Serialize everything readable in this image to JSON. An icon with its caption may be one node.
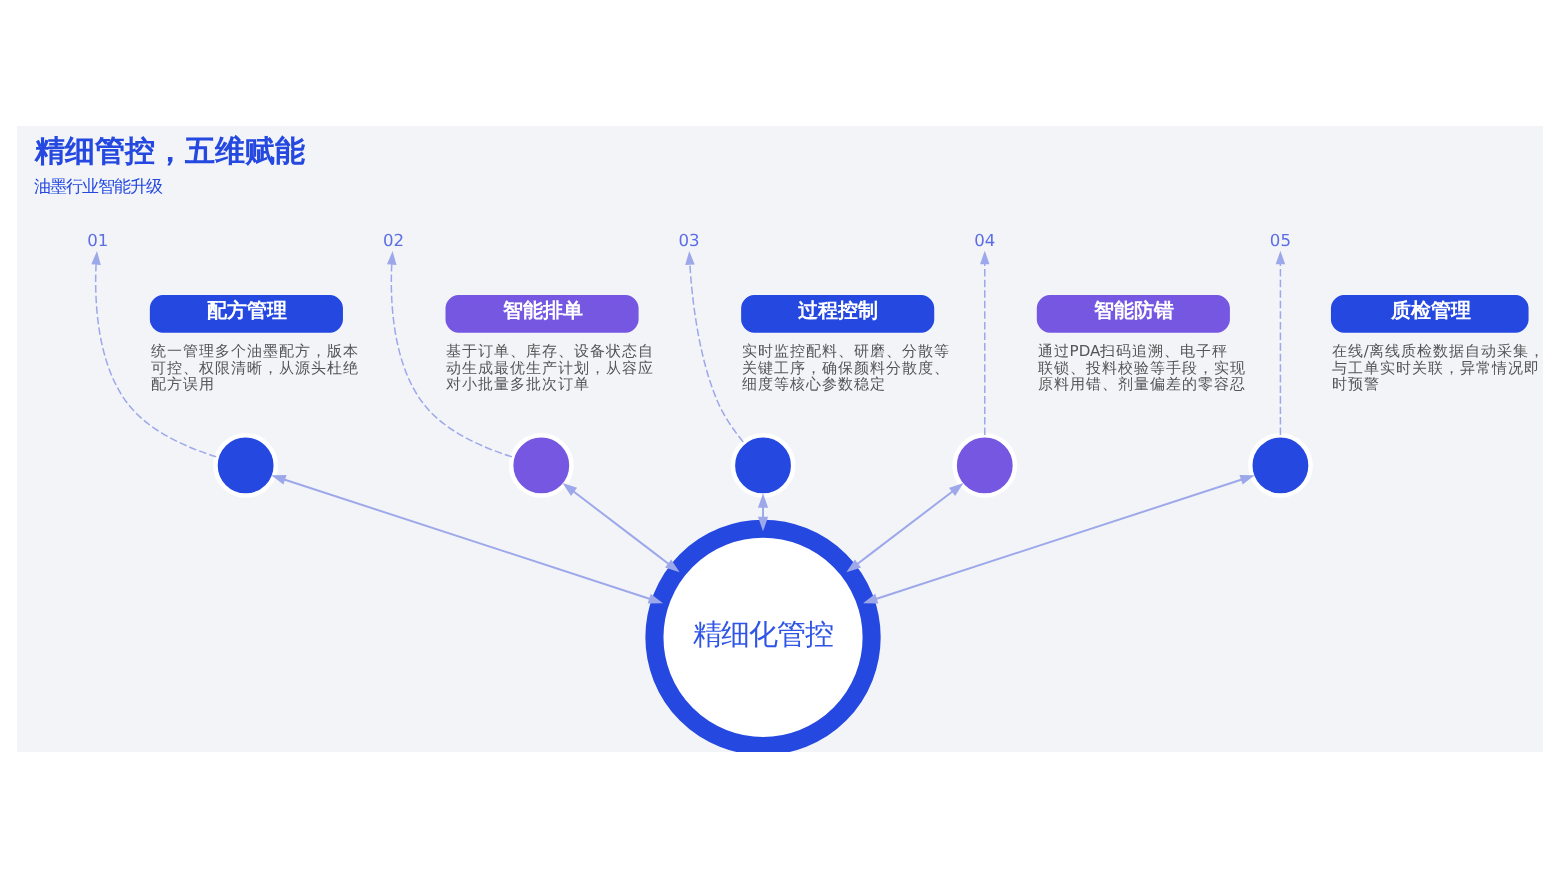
{
  "diagram": {
    "title": "精细管控，五维赋能",
    "nodes": [
      {
        "text": [
          "精细化管控"
        ]
      },
      {
        "text": [],
        "shape": "circle"
      },
      {
        "text": [],
        "shape": "circle"
      },
      {
        "text": [],
        "shape": "circle"
      },
      {
        "text": [],
        "shape": "circle"
      },
      {
        "text": [],
        "shape": "circle"
      },
      {
        "text": [
          "01"
        ]
      },
      {
        "text": [
          "02"
        ]
      },
      {
        "text": [
          "03"
        ]
      },
      {
        "text": [
          "04"
        ]
      },
      {
        "text": [
          "05"
        ]
      },
      {
        "text": [
          "配方管理"
        ],
        "beside": [
          "统一管理多个油墨配方，版本可控、权限清晰，从源头杜绝配方误用"
        ]
      },
      {
        "text": [
          "智能排单"
        ],
        "beside": [
          "基于订单、库存、设备状态自动生成最优生产计划，从容应对小批量多批次订单"
        ]
      },
      {
        "text": [
          "过程控制"
        ],
        "beside": [
          "实时监控配料、研磨、分散等关键工序，确保颜料分散度、细度等核心参数稳定"
        ]
      },
      {
        "text": [
          "智能防错"
        ],
        "beside": [
          "通过PDA扫码追溯、电子秤联锁、投料校验等手段，实现原料用错、剂量偏差的零容忍"
        ]
      },
      {
        "text": [
          "质检管理"
        ],
        "beside": [
          "在线/离线质检数据自动采集，与工单实时关联，异常情况即时预警"
        ]
      }
    ],
    "edges": [
      {
        "from": 0,
        "to": 1,
        "arrow": "both"
      },
      {
        "from": 0,
        "to": 2,
        "arrow": "both"
      },
      {
        "from": 0,
        "to": 3,
        "arrow": "both"
      },
      {
        "from": 0,
        "to": 4,
        "arrow": "both"
      },
      {
        "from": 0,
        "to": 5,
        "arrow": "both"
      },
      {
        "from": 1,
        "to": 6,
        "arrow": "to",
        "style": "dashed"
      },
      {
        "from": 2,
        "to": 7,
        "arrow": "to",
        "style": "dashed"
      },
      {
        "from": 3,
        "to": 8,
        "arrow": "to",
        "style": "dashed"
      },
      {
        "from": 4,
        "to": 9,
        "arrow": "to",
        "style": "dashed"
      },
      {
        "from": 5,
        "to": 10,
        "arrow": "to",
        "style": "dashed"
      }
    ],
    "labels": [
      "油墨行业智能升级"
    ]
  }
}
